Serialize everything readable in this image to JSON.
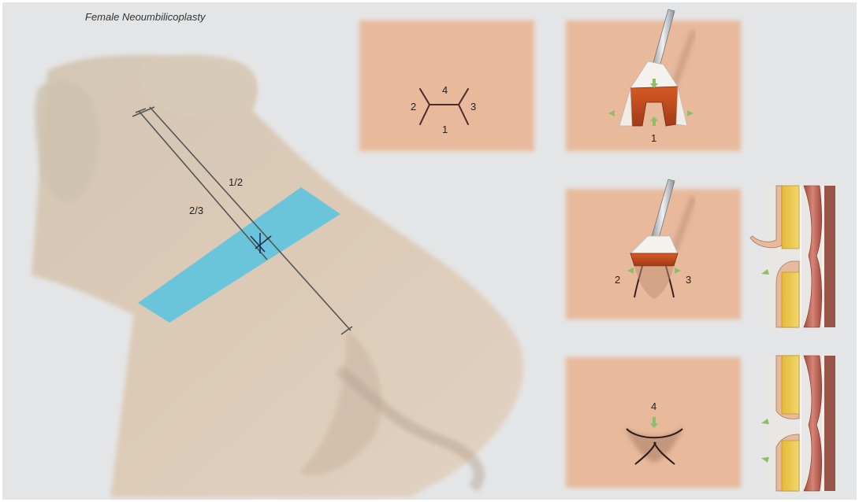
{
  "title": "Female Neoumbilicoplasty",
  "colors": {
    "background": "#e4e5e6",
    "skin_panel": "#e8b99b",
    "body_skin": "#d9c6b2",
    "marking_band": "#56c4e2",
    "tissue_red": "#b8441e",
    "fat_yellow": "#e9c93a",
    "muscle": "#c56a5a",
    "arrow_green": "#8bbf6a"
  },
  "body_view": {
    "marking_upper": "1/2",
    "marking_lower": "2/3"
  },
  "panel_a": {
    "flap_labels": {
      "top": "4",
      "left": "2",
      "right": "3",
      "bottom": "1"
    }
  },
  "panel_b": {
    "step_label": "1"
  },
  "panel_c": {
    "left_label": "2",
    "right_label": "3"
  },
  "panel_d": {
    "step_label": "4"
  }
}
